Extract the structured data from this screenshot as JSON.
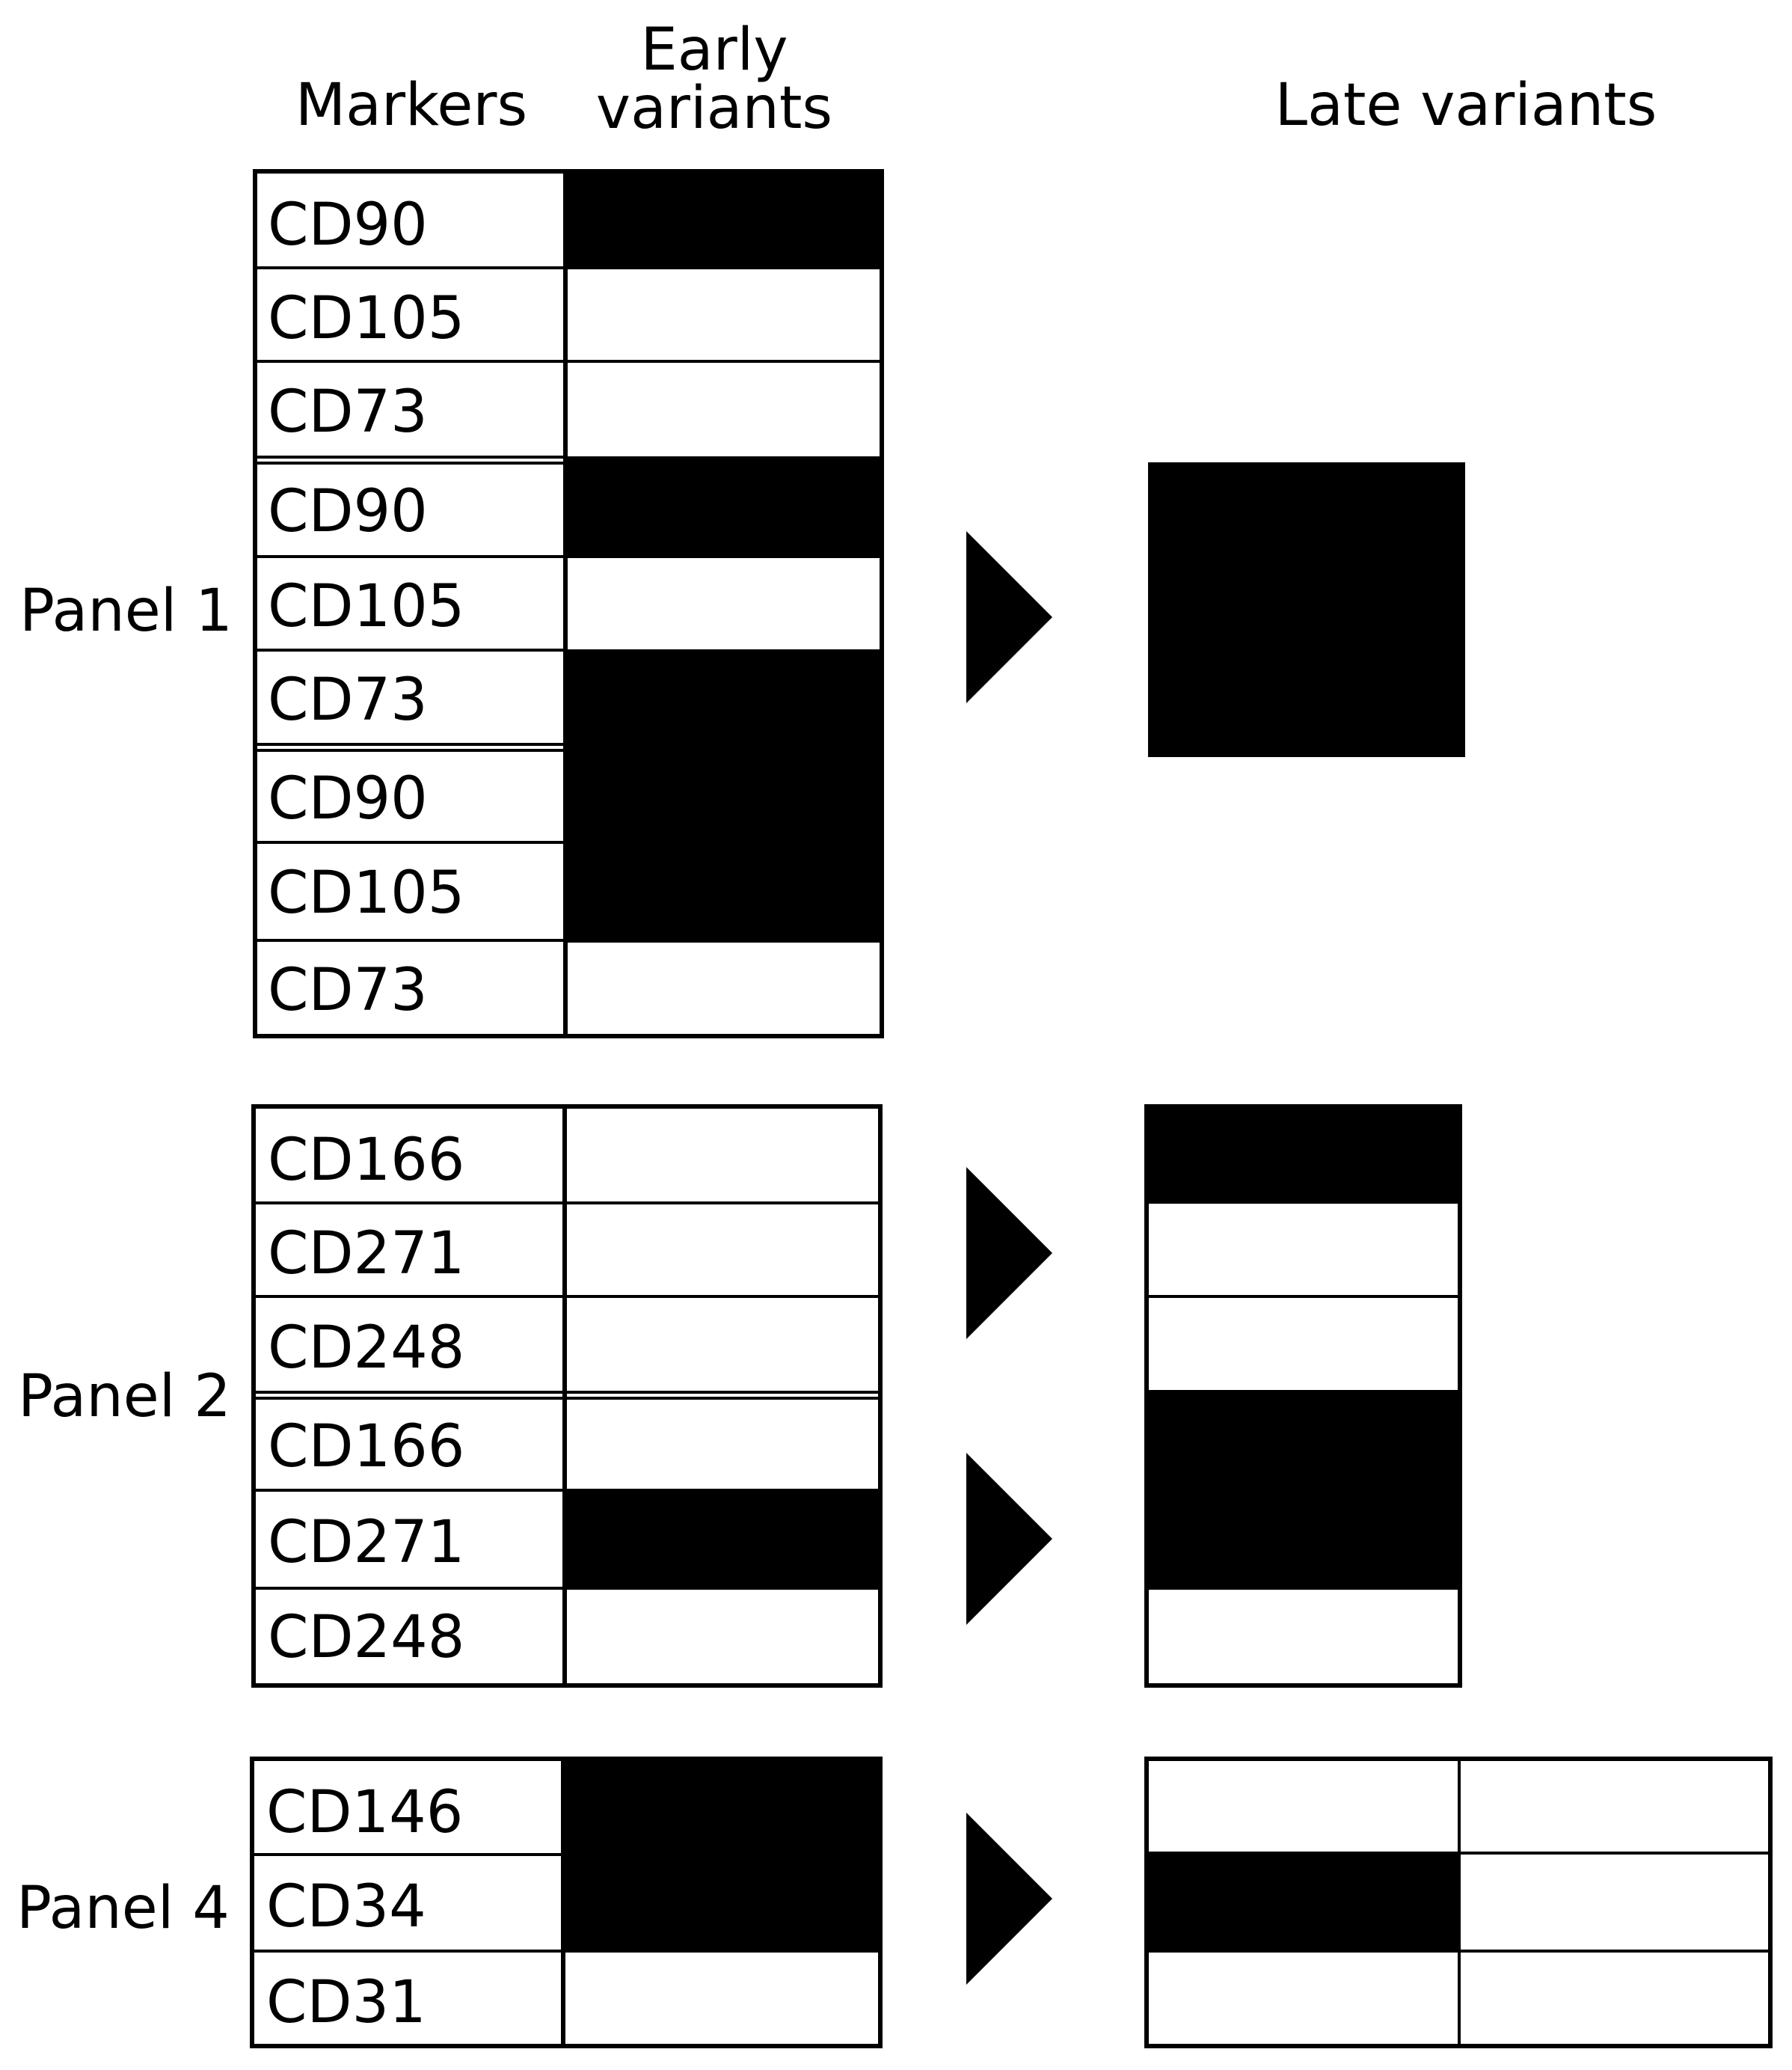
{
  "headers": {
    "markers": "Markers",
    "early_line1": "Early",
    "early_line2": "variants",
    "late": "Late variants"
  },
  "panels": [
    {
      "label": "Panel 1",
      "markers": [
        "CD90",
        "CD105",
        "CD73",
        "CD90",
        "CD105",
        "CD73",
        "CD90",
        "CD105",
        "CD73"
      ],
      "early_filled": [
        true,
        false,
        false,
        true,
        false,
        true,
        true,
        true,
        false
      ]
    },
    {
      "label": "Panel 2",
      "markers": [
        "CD166",
        "CD271",
        "CD248",
        "CD166",
        "CD271",
        "CD248"
      ],
      "early_filled": [
        false,
        false,
        false,
        false,
        true,
        false
      ],
      "late_filled": [
        true,
        false,
        false,
        true,
        true,
        false
      ]
    },
    {
      "label": "Panel 4",
      "markers": [
        "CD146",
        "CD34",
        "CD31"
      ],
      "early_filled": [
        true,
        true,
        false
      ],
      "late_filled_left": [
        false,
        true,
        false
      ],
      "late_filled_right": [
        false,
        false,
        false
      ]
    }
  ]
}
